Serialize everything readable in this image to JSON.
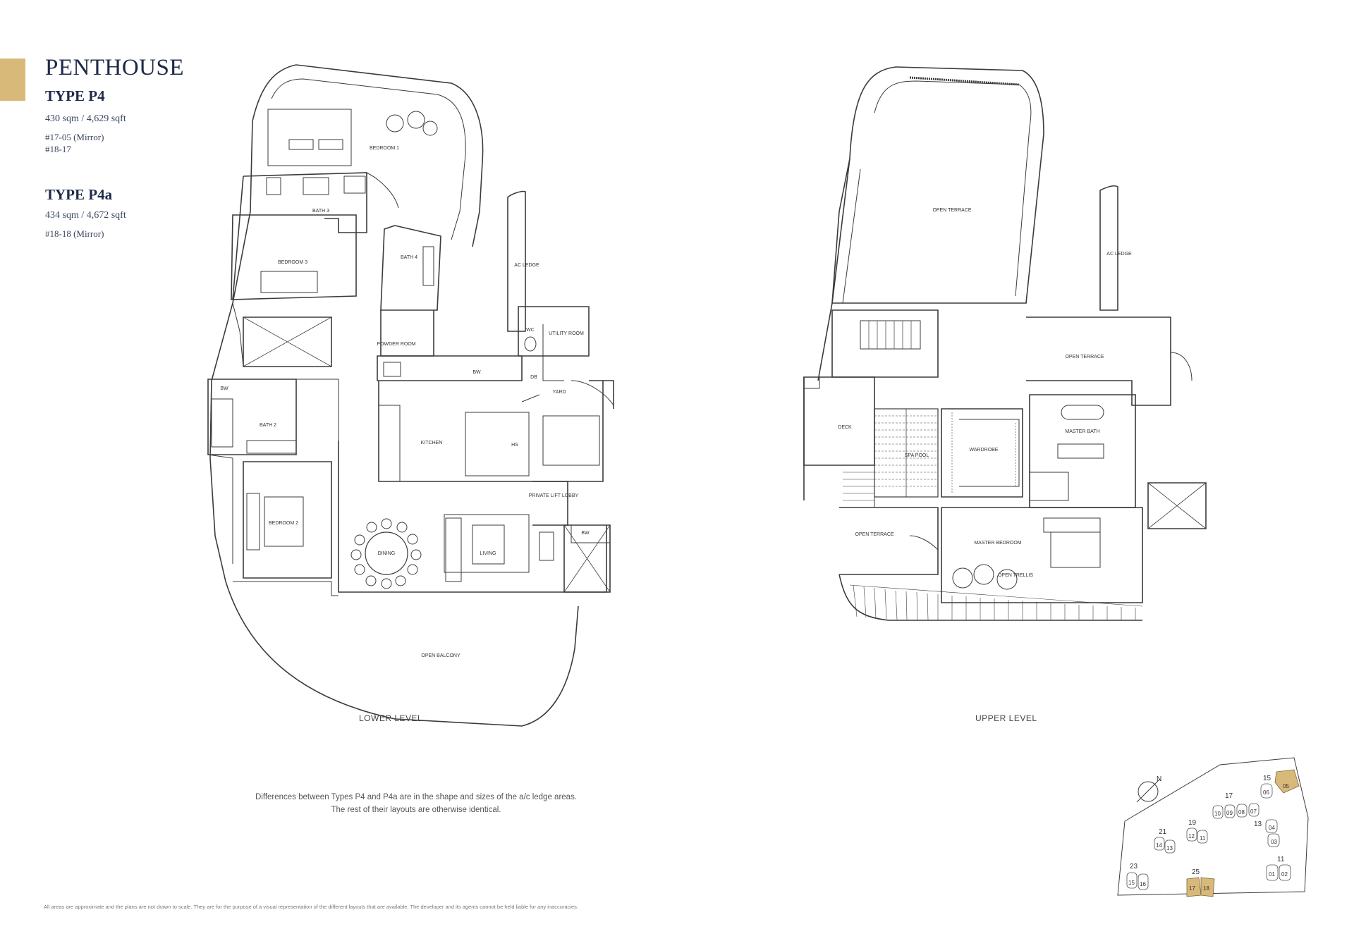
{
  "header": {
    "title": "PENTHOUSE",
    "type1": {
      "name": "TYPE P4",
      "area": "430 sqm / 4,629 sqft",
      "units": [
        "#17-05 (Mirror)",
        "#18-17"
      ]
    },
    "type2": {
      "name": "TYPE P4a",
      "area": "434 sqm / 4,672 sqft",
      "units": [
        "#18-18 (Mirror)"
      ]
    }
  },
  "lower": {
    "caption": "LOWER LEVEL",
    "rooms": {
      "bedroom1": "BEDROOM 1",
      "bedroom3": "BEDROOM 3",
      "bath3": "BATH 3",
      "bath4": "BATH 4",
      "powder": "POWDER ROOM",
      "ac_ledge": "AC LEDGE",
      "wc": "WC",
      "utility": "UTILITY ROOM",
      "db": "DB",
      "yard": "YARD",
      "bath2": "BATH 2",
      "kitchen": "KITCHEN",
      "hs": "HS",
      "lift_lobby": "PRIVATE LIFT LOBBY",
      "bedroom2": "BEDROOM 2",
      "dining": "DINING",
      "living": "LIVING",
      "balcony": "OPEN BALCONY",
      "bw": "BW"
    }
  },
  "upper": {
    "caption": "UPPER LEVEL",
    "rooms": {
      "open_terrace_top": "OPEN TERRACE",
      "ac_ledge": "AC LEDGE",
      "open_terrace_right": "OPEN TERRACE",
      "deck": "DECK",
      "spa_pool": "SPA POOL",
      "wardrobe": "WARDROBE",
      "master_bath": "MASTER BATH",
      "open_terrace_left": "OPEN TERRACE",
      "master_bedroom": "MASTER BEDROOM",
      "open_trellis": "OPEN TRELLIS"
    }
  },
  "notes": {
    "line1": "Differences between Types P4 and P4a are in the shape and sizes of the a/c ledge areas.",
    "line2": "The rest of their layouts are otherwise identical.",
    "disclaimer": "All areas are approximate and the plans are not drawn to scale. They are for the purpose of a visual representation of the different layouts that are available. The developer and its agents cannot be held liable for any inaccuracies."
  },
  "keyplan": {
    "compass": "N",
    "blocks": [
      "15",
      "05",
      "06",
      "17",
      "10",
      "09",
      "08",
      "07",
      "13",
      "04",
      "03",
      "19",
      "12",
      "11",
      "21",
      "14",
      "13",
      "23",
      "15",
      "16",
      "25",
      "17",
      "18",
      "11",
      "01",
      "02"
    ]
  },
  "colors": {
    "accent": "#d9b97a",
    "line": "#3b3b3b",
    "text": "#1e2a4a",
    "highlight": "#d9b97a"
  }
}
